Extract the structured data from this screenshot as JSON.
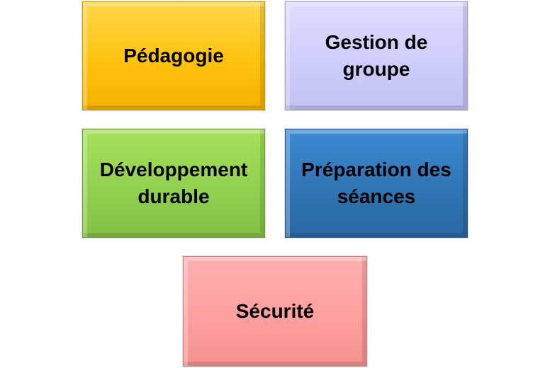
{
  "tiles": {
    "pedagogie": {
      "label": "Pédagogie",
      "color": "#FFC20E"
    },
    "gestion": {
      "label_line1": "Gestion de",
      "label_line2": "groupe",
      "color": "#CFCDFB"
    },
    "developpement": {
      "label_line1": "Développement",
      "label_line2": "durable",
      "color": "#92D050"
    },
    "preparation": {
      "label_line1": "Préparation des",
      "label_line2": "séances",
      "color": "#2F75B5"
    },
    "securite": {
      "label": "Sécurité",
      "color": "#FF9F9F"
    }
  }
}
